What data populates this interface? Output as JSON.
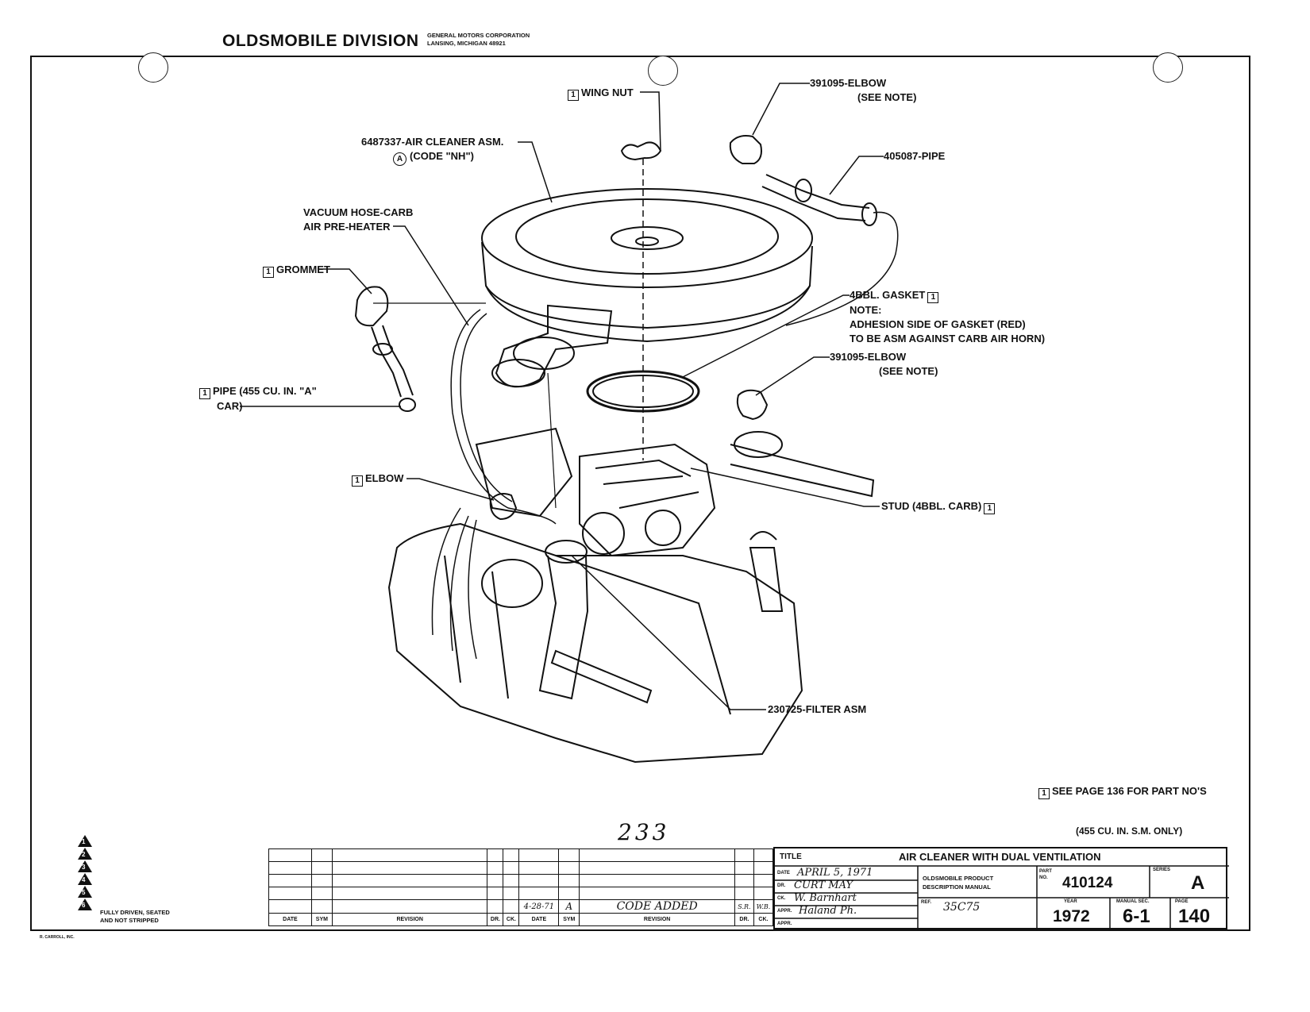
{
  "header": {
    "division": "OLDSMOBILE DIVISION",
    "corp_line1": "GENERAL MOTORS CORPORATION",
    "corp_line2": "LANSING, MICHIGAN 48921"
  },
  "callouts": {
    "wing_nut": "WING NUT",
    "elbow_top_1": "391095-ELBOW",
    "elbow_top_2": "(SEE NOTE)",
    "air_cleaner_1": "6487337-AIR CLEANER ASM.",
    "air_cleaner_2": "(CODE \"NH\")",
    "air_cleaner_code": "A",
    "pipe_405087": "405087-PIPE",
    "vacuum_hose_1": "VACUUM HOSE-CARB",
    "vacuum_hose_2": "AIR PRE-HEATER",
    "grommet": "GROMMET",
    "gasket_1": "4BBL. GASKET",
    "gasket_note": "NOTE:",
    "gasket_note_2": "ADHESION SIDE OF GASKET (RED)",
    "gasket_note_3": "TO BE ASM AGAINST CARB AIR HORN)",
    "elbow_mid_1": "391095-ELBOW",
    "elbow_mid_2": "(SEE NOTE)",
    "pipe_455_1": "PIPE (455 CU. IN. \"A\"",
    "pipe_455_2": "CAR)",
    "elbow_low": "ELBOW",
    "stud": "STUD (4BBL. CARB)",
    "filter": "230725-FILTER ASM",
    "see_page": "SEE PAGE 136 FOR PART NO'S",
    "box_symbol": "1"
  },
  "notes": {
    "page_handwritten": "233",
    "cu_in_only": "(455 CU. IN. S.M. ONLY)",
    "legend_text_1": "FULLY DRIVEN, SEATED",
    "legend_text_2": "AND NOT STRIPPED",
    "legend_numbers": [
      "1",
      "2",
      "3",
      "4",
      "5",
      "6"
    ],
    "printer": "R. CARROLL, INC."
  },
  "revision_table": {
    "col_labels": [
      "DATE",
      "SYM",
      "REVISION",
      "DR.",
      "CK.",
      "DATE",
      "SYM",
      "REVISION",
      "DR.",
      "CK."
    ],
    "entry_date": "4-28-71",
    "entry_sym": "A",
    "entry_revision": "CODE ADDED",
    "entry_dr": "S.R.",
    "entry_ck": "W.B."
  },
  "title_block": {
    "title_label": "TITLE",
    "title": "AIR CLEANER WITH DUAL VENTILATION",
    "date_label": "DATE",
    "date_value": "APRIL 5, 1971",
    "dr_label": "DR.",
    "dr_value": "CURT MAY",
    "ck_label": "CK.",
    "ck_value": "W. Barnhart",
    "appr_label": "APPR.",
    "appr_value": "Haland Ph.",
    "appr2_label": "APPR.",
    "manual_line1": "OLDSMOBILE PRODUCT",
    "manual_line2": "DESCRIPTION MANUAL",
    "ref_label": "REF.",
    "ref_value": "35C75",
    "part_label": "PART NO.",
    "part_no": "410124",
    "series_label": "SERIES",
    "series": "A",
    "year_label": "YEAR",
    "year": "1972",
    "manual_sec_label": "MANUAL SEC.",
    "manual_sec": "6-1",
    "page_label": "PAGE",
    "page": "140"
  }
}
